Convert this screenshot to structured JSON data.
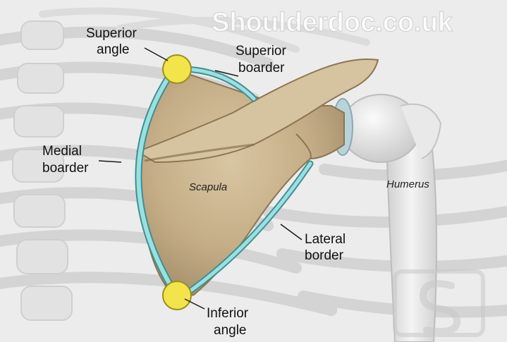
{
  "watermark": "Shoulderdoc.co.uk",
  "labels": {
    "superior_angle": [
      "Superior",
      "angle"
    ],
    "superior_border": [
      "Superior",
      "boarder"
    ],
    "medial_border": [
      "Medial",
      "boarder"
    ],
    "lateral_border": [
      "Lateral",
      "border"
    ],
    "inferior_angle": [
      "Inferior",
      "angle"
    ],
    "scapula": "Scapula",
    "humerus": "Humerus"
  },
  "colors": {
    "bone": "#c9b48f",
    "border_highlight": "#8fd8d8",
    "angle_marker": "#f2e44a",
    "skeleton": "#d9d9d9"
  },
  "icons": [
    "shoulderdoc-logo-icon"
  ]
}
